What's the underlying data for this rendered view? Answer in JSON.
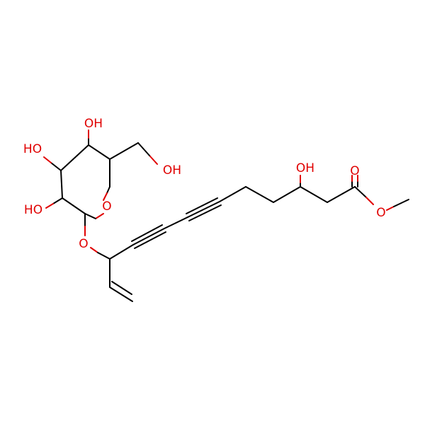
{
  "colors": {
    "carbon_bond": "#000000",
    "oxygen": "#e00000",
    "background": "#ffffff"
  },
  "labels": {
    "ring_oxygen": "O",
    "glycosidic_oxygen": "O",
    "hydroxyl_c4": "OH",
    "hydroxyl_c3": "HO",
    "hydroxyl_c2": "HO",
    "hydroxymethyl": "OH",
    "chain_hydroxyl": "OH",
    "carbonyl_oxygen": "O",
    "ester_oxygen": "O"
  }
}
